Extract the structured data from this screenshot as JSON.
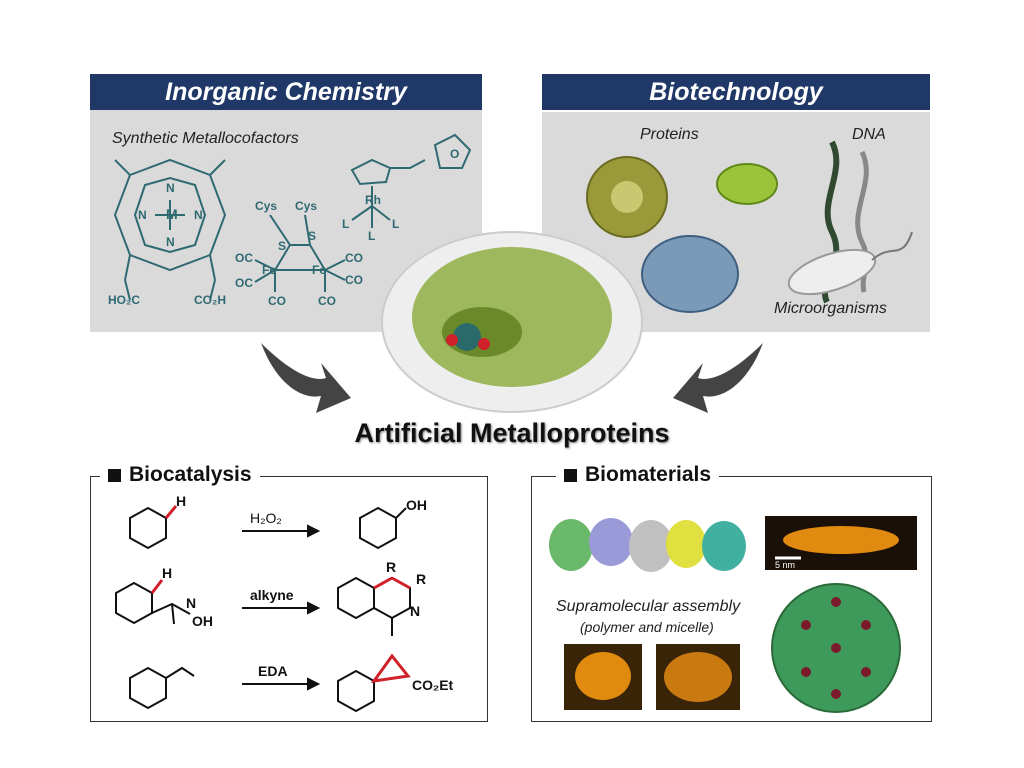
{
  "top_left": {
    "banner": "Inorganic Chemistry",
    "subtitle": "Synthetic Metallocofactors",
    "labels": {
      "metal": "M",
      "n": "N",
      "acid": "HO₂C",
      "acid_right": "CO₂H",
      "cys": "Cys",
      "s": "S",
      "fe": "Fe",
      "co": "CO",
      "oc": "OC",
      "rh": "Rh",
      "l": "L",
      "o": "O"
    }
  },
  "top_right": {
    "banner": "Biotechnology",
    "proteins_label": "Proteins",
    "dna_label": "DNA",
    "microorganisms_label": "Microorganisms"
  },
  "center": {
    "title": "Artificial Metalloproteins"
  },
  "biocatalysis": {
    "title": "Biocatalysis",
    "reactions": [
      {
        "reagent": "H₂O₂",
        "reactant_label": "H",
        "product_label": "OH"
      },
      {
        "reagent": "alkyne",
        "reactant_label": "H",
        "reactant_extra": "N",
        "reactant_oh": "OH",
        "product_r1": "R",
        "product_r2": "R",
        "product_n": "N"
      },
      {
        "reagent": "EDA",
        "product_label": "CO₂Et"
      }
    ]
  },
  "biomaterials": {
    "title": "Biomaterials",
    "scale_label": "5 nm",
    "assembly_label": "Supramolecular assembly",
    "assembly_sub": "(polymer and micelle)"
  },
  "colors": {
    "banner": "#1f3868",
    "panel_grey": "#dadada",
    "structure_teal": "#2f6a72",
    "protein_green": "#7a9a2a",
    "highlight_red": "#d0202a",
    "afm_orange": "#e08a10"
  }
}
